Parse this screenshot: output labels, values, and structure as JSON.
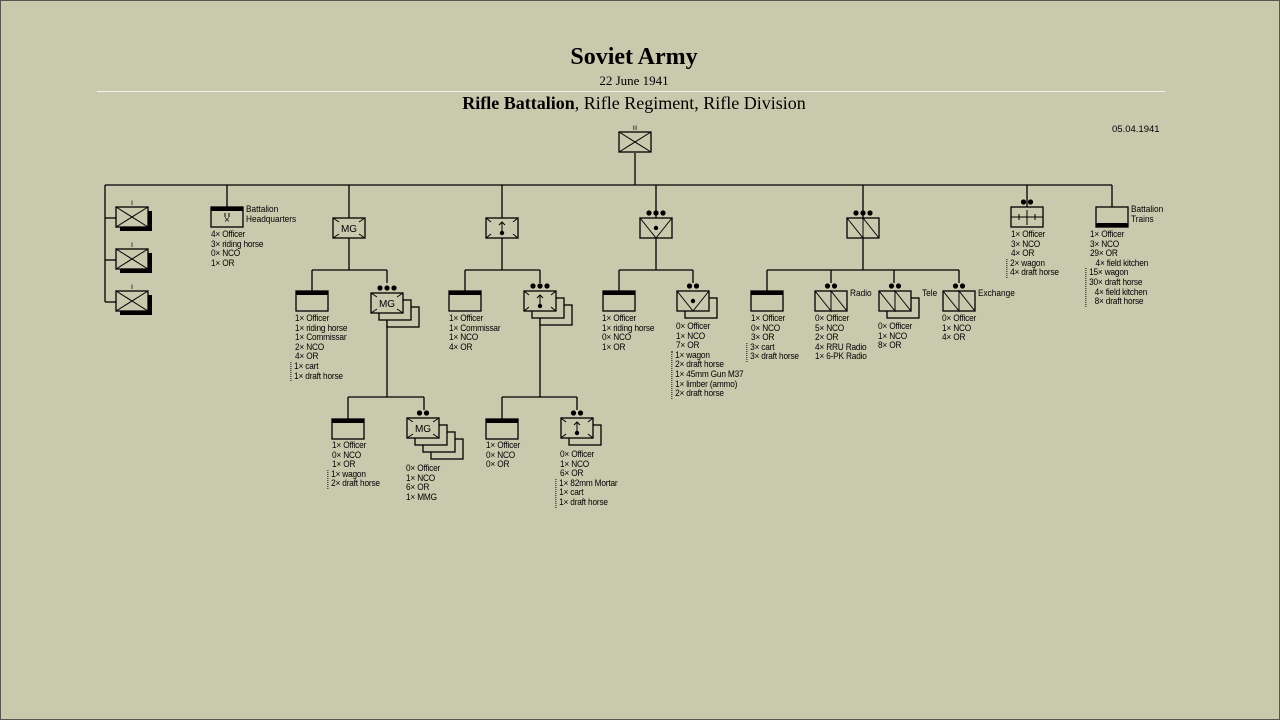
{
  "header": {
    "title": "Soviet Army",
    "date": "22 June 1941",
    "subtitle_bold": "Rifle Battalion",
    "subtitle_rest": ", Rifle Regiment, Rifle Division",
    "doc_date": "05.04.1941"
  },
  "units": {
    "battalion": {
      "symbol": "infantry",
      "echelon": "II",
      "lines": []
    },
    "rifle_co_1": {
      "symbol": "infantry",
      "echelon": "I",
      "lines": []
    },
    "rifle_co_2": {
      "symbol": "infantry",
      "echelon": "I",
      "lines": []
    },
    "rifle_co_3": {
      "symbol": "infantry",
      "echelon": "I",
      "lines": []
    },
    "bn_hq": {
      "symbol": "hq",
      "label": "Battalion Headquarters",
      "lines": [
        "4× Officer",
        "3× riding horse",
        "0× NCO",
        "1× OR"
      ],
      "bracket_from": null
    },
    "mg_co": {
      "symbol": "mg",
      "echelon": "I",
      "lines": []
    },
    "mg_co_hq": {
      "symbol": "hq",
      "lines": [
        "1× Officer",
        "1× riding horse",
        "1× Commissar",
        "2× NCO",
        "4× OR",
        "1× cart",
        "1× draft horse"
      ],
      "bracket_from": 5
    },
    "mg_plt": {
      "symbol": "mg",
      "dots": 3,
      "stack": 2,
      "lines": []
    },
    "mg_plt_hq": {
      "symbol": "hq",
      "lines": [
        "1× Officer",
        "0× NCO",
        "1× OR",
        "1× wagon",
        "2× draft horse"
      ],
      "bracket_from": 3
    },
    "mg_sec": {
      "symbol": "mg",
      "dots": 2,
      "stack": 3,
      "lines": [
        "0× Officer",
        "1× NCO",
        "6× OR",
        "1× MMG"
      ],
      "bracket_from": null
    },
    "mortar_co": {
      "symbol": "mortar",
      "echelon": "I",
      "lines": []
    },
    "mortar_co_hq": {
      "symbol": "hq",
      "lines": [
        "1× Officer",
        "1× Commissar",
        "1× NCO",
        "4× OR"
      ],
      "bracket_from": null
    },
    "mortar_plt": {
      "symbol": "mortar",
      "dots": 3,
      "stack": 2,
      "lines": []
    },
    "mortar_plt_hq": {
      "symbol": "hq",
      "lines": [
        "1× Officer",
        "0× NCO",
        "0× OR"
      ],
      "bracket_from": null
    },
    "mortar_sec": {
      "symbol": "mortar",
      "dots": 2,
      "stack": 1,
      "lines": [
        "0× Officer",
        "1× NCO",
        "6× OR",
        "1× 82mm Mortar",
        "1× cart",
        "1× draft horse"
      ],
      "bracket_from": 3
    },
    "at_plt": {
      "symbol": "at",
      "dots": 3,
      "lines": []
    },
    "at_plt_hq": {
      "symbol": "hq",
      "lines": [
        "1× Officer",
        "1× riding horse",
        "0× NCO",
        "1× OR"
      ],
      "bracket_from": null
    },
    "at_sec": {
      "symbol": "at",
      "dots": 2,
      "stack": 1,
      "lines": [
        "0× Officer",
        "1× NCO",
        "7× OR",
        "1× wagon",
        "2× draft horse",
        "1× 45mm Gun M37",
        "1× limber (ammo)",
        "2× draft horse"
      ],
      "bracket_from": 3
    },
    "sig_plt": {
      "symbol": "signal",
      "dots": 3,
      "lines": []
    },
    "sig_plt_hq": {
      "symbol": "hq",
      "lines": [
        "1× Officer",
        "0× NCO",
        "3× OR",
        "3× cart",
        "3× draft horse"
      ],
      "bracket_from": 3
    },
    "sig_radio": {
      "symbol": "signal",
      "dots": 2,
      "label": "Radio",
      "lines": [
        "0× Officer",
        "5× NCO",
        "2× OR",
        "4× RRU Radio",
        "1× 6-PK Radio"
      ],
      "bracket_from": null
    },
    "sig_tele": {
      "symbol": "signal",
      "dots": 2,
      "stack": 1,
      "label": "Tele",
      "lines": [
        "0× Officer",
        "1× NCO",
        "8× OR"
      ],
      "bracket_from": null
    },
    "sig_exch": {
      "symbol": "signal",
      "dots": 2,
      "label": "Exchange",
      "lines": [
        "0× Officer",
        "1× NCO",
        "4× OR"
      ],
      "bracket_from": null
    },
    "eng_sec": {
      "symbol": "engineer",
      "dots": 2,
      "lines": [
        "1× Officer",
        "3× NCO",
        "4× OR",
        "2× wagon",
        "4× draft horse"
      ],
      "bracket_from": 3
    },
    "trains": {
      "symbol": "trains",
      "label": "Battalion Trains",
      "lines": [
        "1× Officer",
        "3× NCO",
        "29× OR",
        "4× field kitchen",
        "15× wagon",
        "30× draft horse",
        "4× field kitchen",
        "8× draft horse"
      ],
      "bracket_from": 4
    }
  }
}
